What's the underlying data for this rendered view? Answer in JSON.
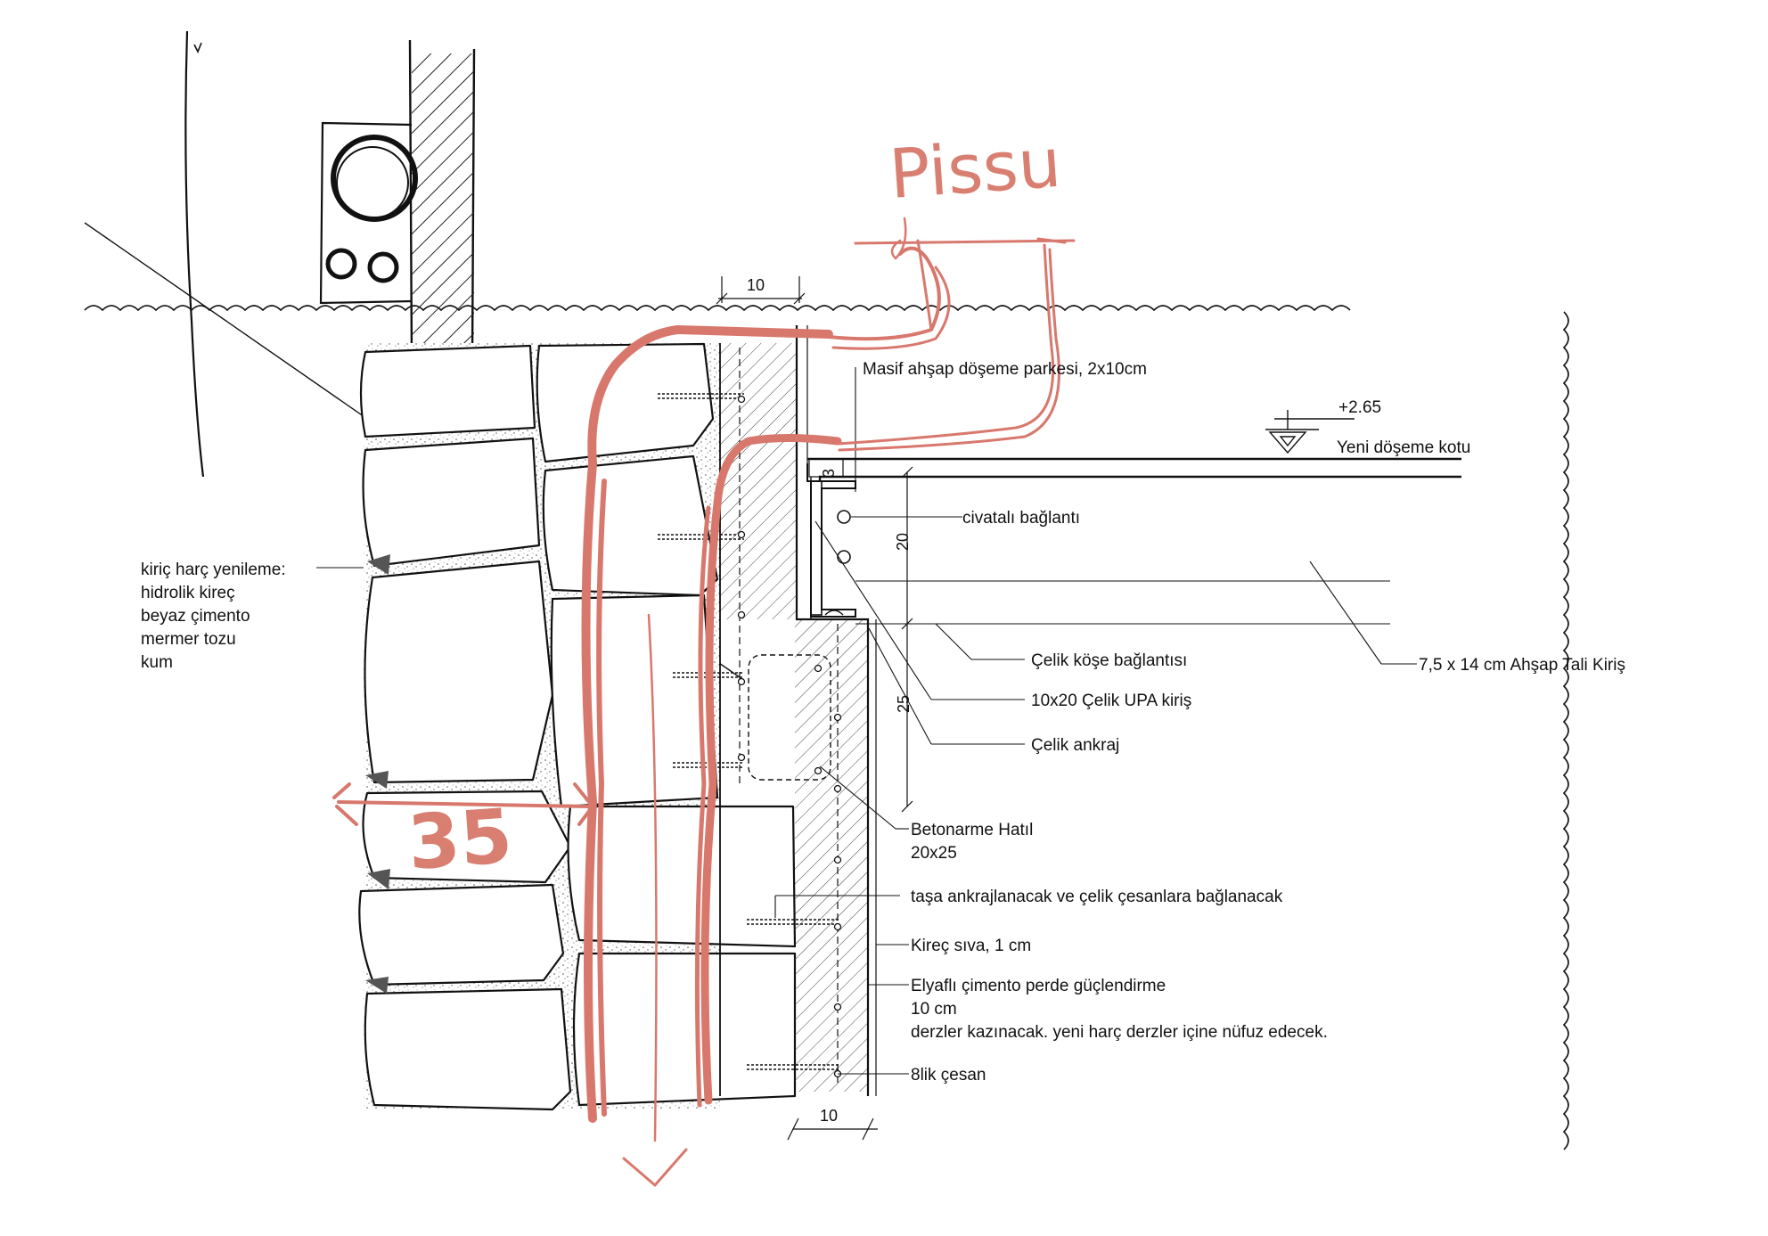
{
  "colors": {
    "ink": "#111111",
    "sketch_red": "#d8786d",
    "mortar_grey": "#bdbdbd",
    "paper": "#ffffff"
  },
  "handwritten": {
    "pissu": "Pissu",
    "thirty_five": "35"
  },
  "dimensions": {
    "top_ten": "10",
    "bottom_ten": "10",
    "three": "3",
    "twenty": "20",
    "twenty_five": "25"
  },
  "level": {
    "value": "+2.65",
    "label": "Yeni döşeme kotu"
  },
  "labels": {
    "parquet": "Masif ahşap döşeme parkesi, 2x10cm",
    "bolted": "civatalı bağlantı",
    "steel_angle": "Çelik köşe bağlantısı",
    "upa_beam": "10x20 Çelik UPA kiriş",
    "steel_anchor": "Çelik ankraj",
    "timber_joist": "7,5 x 14 cm Ahşap Tali Kiriş",
    "rc_tie_line1": "Betonarme Hatıl",
    "rc_tie_line2": "20x25",
    "stone_anchor": "taşa ankrajlanacak ve çelik çesanlara bağlanacak",
    "lime_plaster": "Kireç sıva, 1 cm",
    "fiber_line1": "Elyaflı çimento perde güçlendirme",
    "fiber_line2": "10 cm",
    "fiber_line3": "derzler kazınacak. yeni harç derzler içine nüfuz edecek.",
    "rebar": "8lik çesan",
    "mortar_line1": "kiriç harç yenileme:",
    "mortar_line2": "hidrolik kireç",
    "mortar_line3": "beyaz çimento",
    "mortar_line4": "mermer tozu",
    "mortar_line5": "kum"
  }
}
